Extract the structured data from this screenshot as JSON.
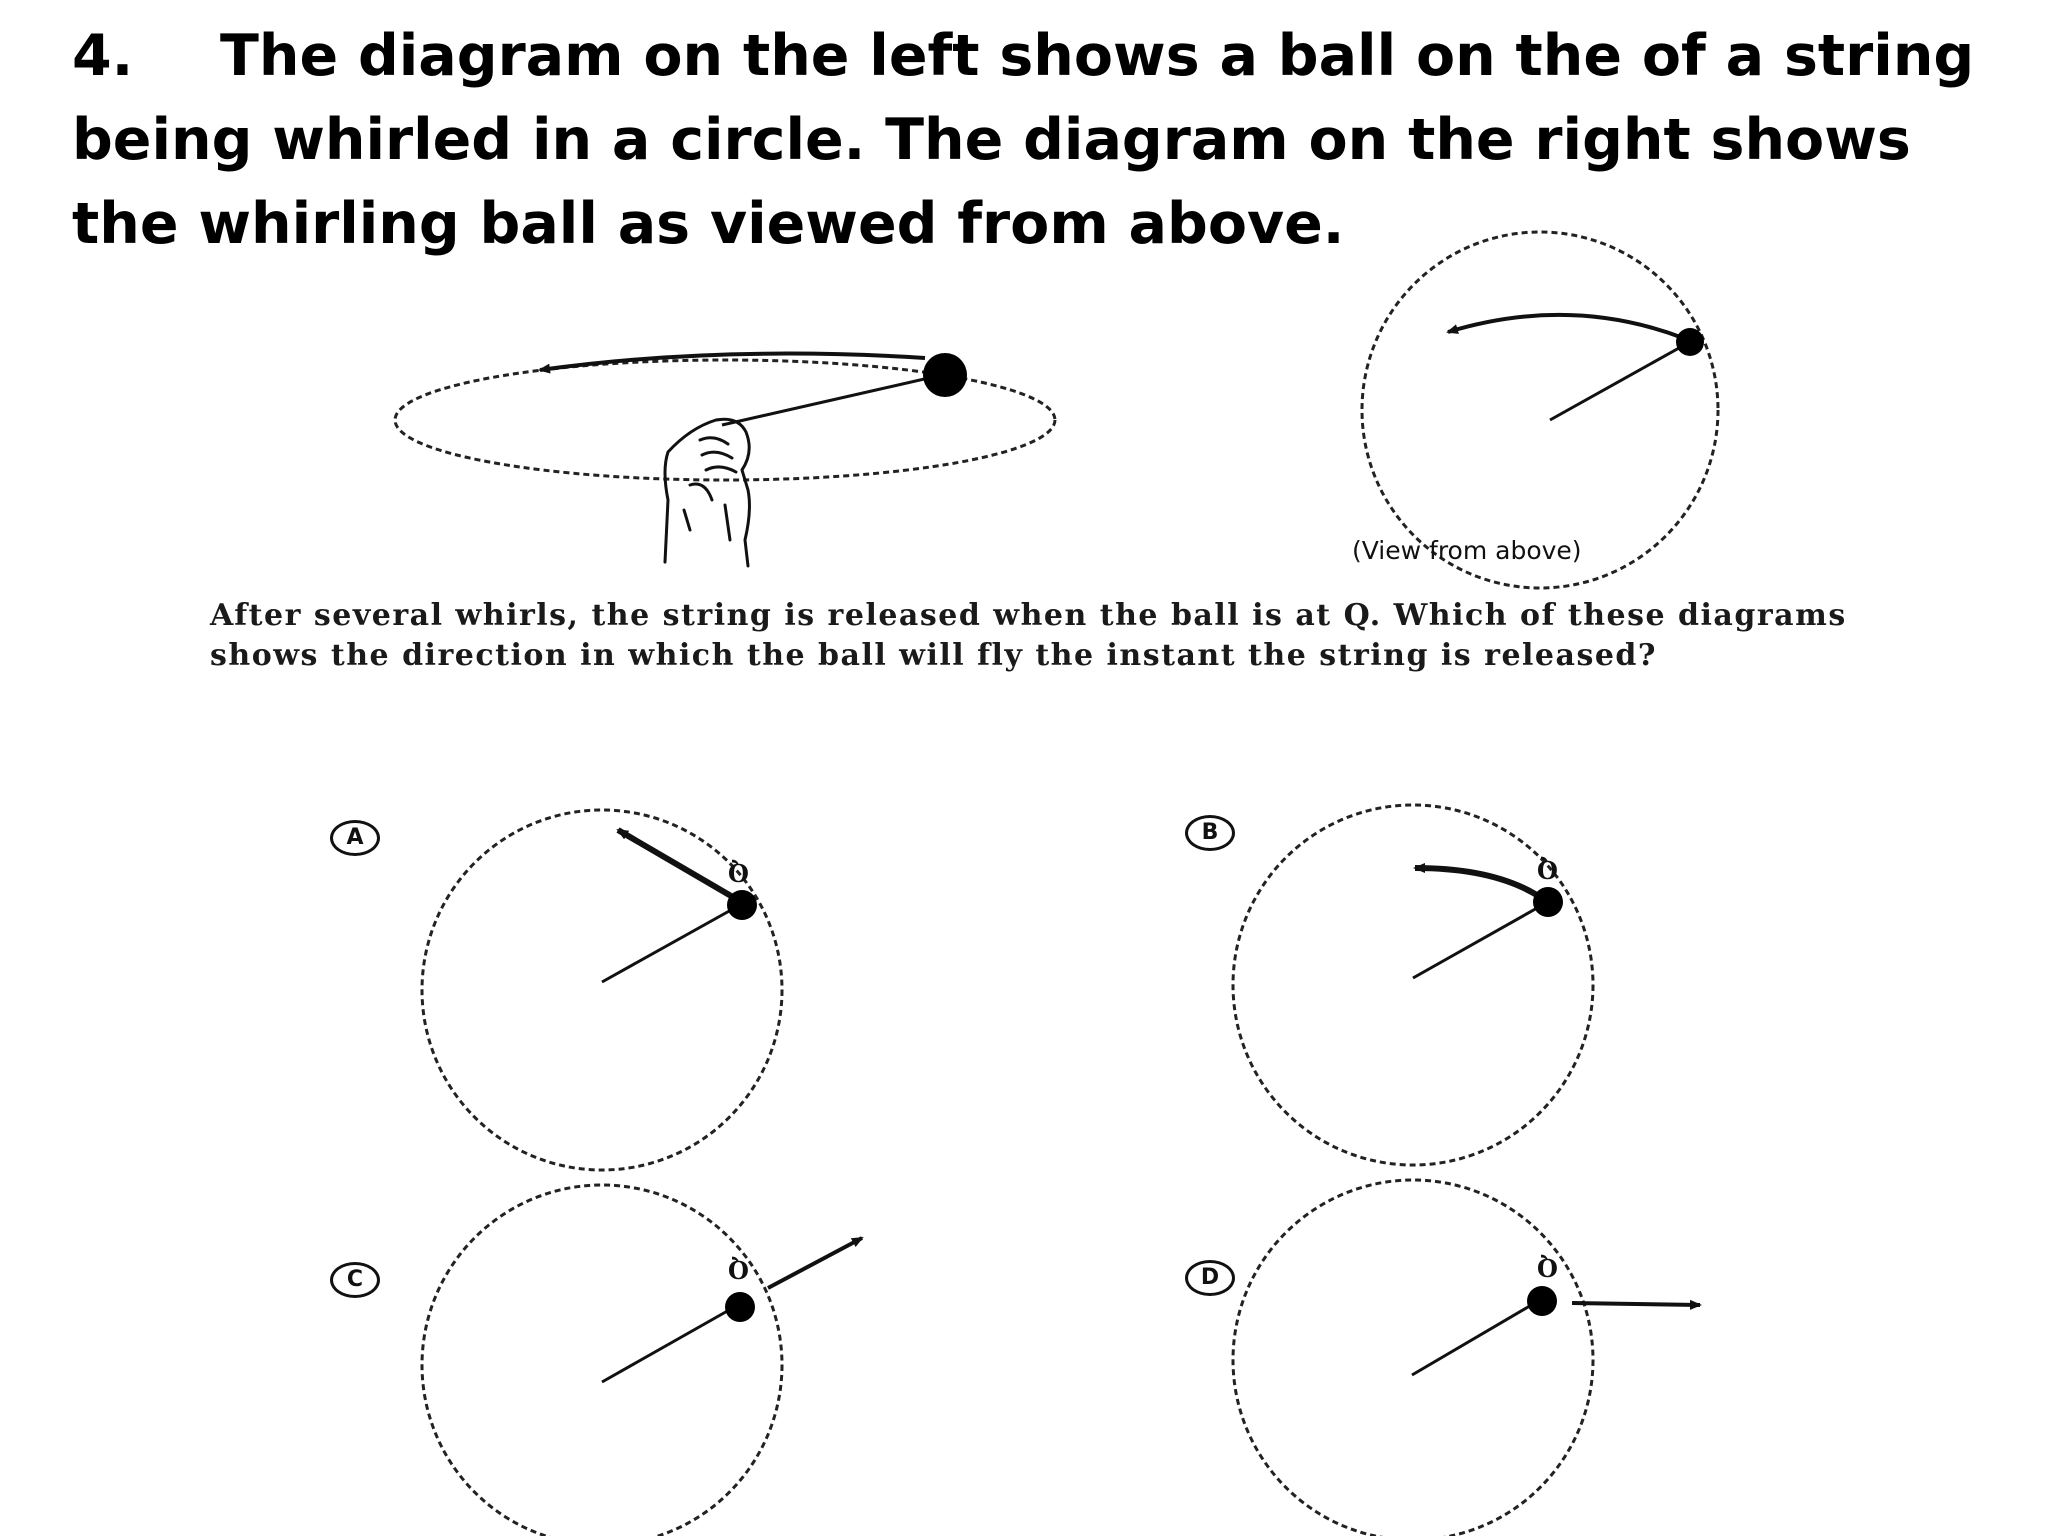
{
  "title": {
    "number": "4.",
    "text": "The diagram on the left shows a ball on the of a string being whirled in a circle. The diagram on the right shows the whirling ball as viewed from above."
  },
  "caption": "(View from above)",
  "question": "After several whirls, the string is released when the ball is at Q. Which of these diagrams shows the direction in which the ball will fly the instant the string is released?",
  "options": [
    {
      "letter": "A",
      "point_label": "Q"
    },
    {
      "letter": "B",
      "point_label": "Q"
    },
    {
      "letter": "C",
      "point_label": "Q"
    },
    {
      "letter": "D",
      "point_label": "Q"
    }
  ]
}
